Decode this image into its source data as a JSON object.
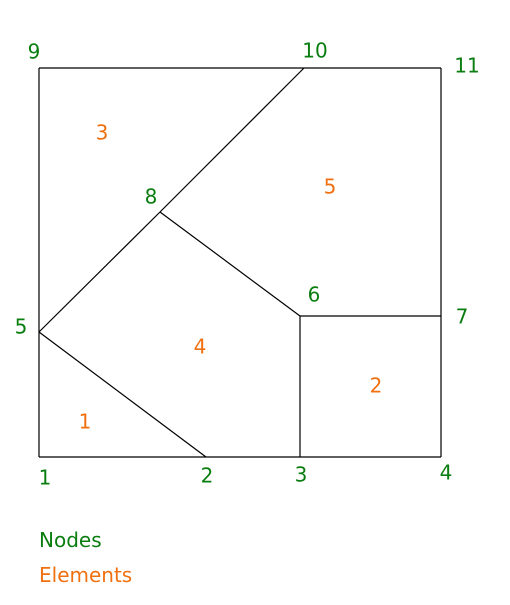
{
  "colors": {
    "node": "#0a7d10",
    "element": "#f07010",
    "edge": "#000000"
  },
  "nodes": [
    {
      "id": "1",
      "label": "1"
    },
    {
      "id": "2",
      "label": "2"
    },
    {
      "id": "3",
      "label": "3"
    },
    {
      "id": "4",
      "label": "4"
    },
    {
      "id": "5",
      "label": "5"
    },
    {
      "id": "6",
      "label": "6"
    },
    {
      "id": "7",
      "label": "7"
    },
    {
      "id": "8",
      "label": "8"
    },
    {
      "id": "9",
      "label": "9"
    },
    {
      "id": "10",
      "label": "10"
    },
    {
      "id": "11",
      "label": "11"
    }
  ],
  "elements": [
    {
      "id": "1",
      "label": "1",
      "nodes": [
        "1",
        "2",
        "5"
      ]
    },
    {
      "id": "2",
      "label": "2",
      "nodes": [
        "3",
        "4",
        "7",
        "6"
      ]
    },
    {
      "id": "3",
      "label": "3",
      "nodes": [
        "5",
        "8",
        "10",
        "9"
      ]
    },
    {
      "id": "4",
      "label": "4",
      "nodes": [
        "5",
        "2",
        "3",
        "6",
        "8"
      ]
    },
    {
      "id": "5",
      "label": "5",
      "nodes": [
        "8",
        "6",
        "7",
        "11",
        "10"
      ]
    }
  ],
  "legend": {
    "nodes_label": "Nodes",
    "elements_label": "Elements"
  }
}
